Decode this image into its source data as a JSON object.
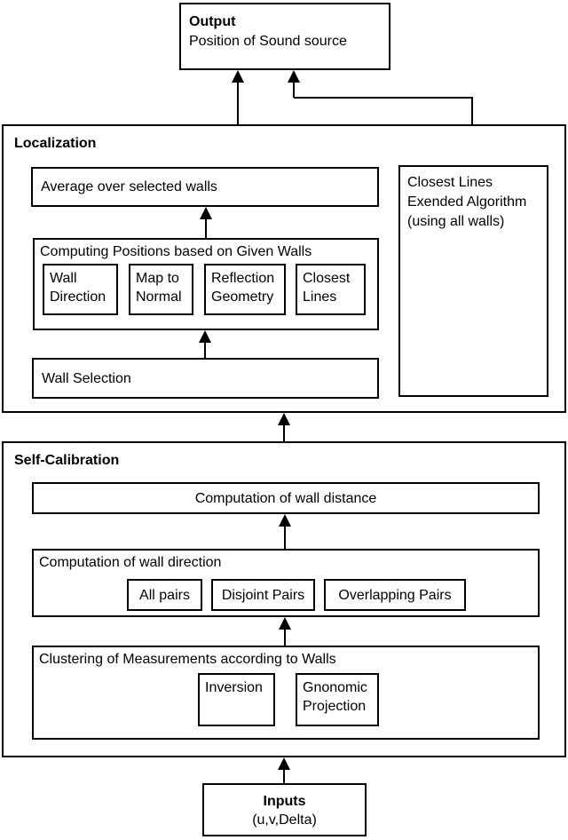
{
  "output": {
    "title": "Output",
    "subtitle": "Position of Sound source"
  },
  "localization": {
    "label": "Localization",
    "average_walls": "Average over selected walls",
    "computing_positions": {
      "title": "Computing Positions based on Given Walls",
      "methods": [
        "Wall Direction",
        "Map to Normal",
        "Reflection Geometry",
        "Closest Lines"
      ]
    },
    "wall_selection": "Wall Selection",
    "closest_lines_extended": {
      "lines": [
        "Closest Lines",
        "Exended Algorithm",
        "(using all walls)"
      ]
    }
  },
  "self_calibration": {
    "label": "Self-Calibration",
    "wall_distance": "Computation of wall distance",
    "wall_direction": {
      "title": "Computation of wall direction",
      "methods": [
        "All pairs",
        "Disjoint Pairs",
        "Overlapping Pairs"
      ]
    },
    "clustering": {
      "title": "Clustering of Measurements according to Walls",
      "methods": [
        "Inversion",
        "Gnonomic Projection"
      ]
    }
  },
  "inputs": {
    "title": "Inputs",
    "subtitle": "(u,v,Delta)"
  },
  "colors": {
    "line": "#000000",
    "background": "#ffffff",
    "text": "#000000"
  }
}
